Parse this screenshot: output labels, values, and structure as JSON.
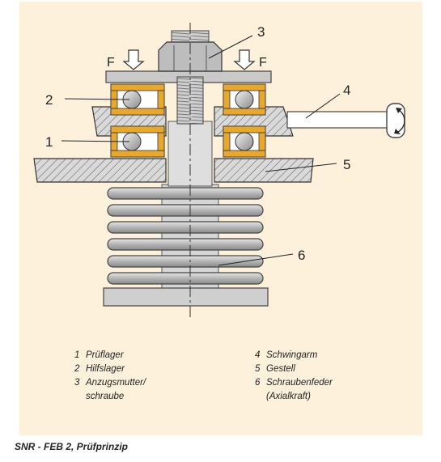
{
  "figure": {
    "force_label": "F",
    "callouts": [
      "1",
      "2",
      "3",
      "4",
      "5",
      "6"
    ]
  },
  "legend": [
    {
      "num": "1",
      "text": "Prüflager",
      "text2": ""
    },
    {
      "num": "2",
      "text": "Hilfslager",
      "text2": ""
    },
    {
      "num": "3",
      "text": "Anzugsmutter/",
      "text2": "schraube"
    },
    {
      "num": "4",
      "text": "Schwingarm",
      "text2": ""
    },
    {
      "num": "5",
      "text": "Gestell",
      "text2": ""
    },
    {
      "num": "6",
      "text": "Schraubenfeder",
      "text2": "(Axialkraft)"
    }
  ],
  "caption": "SNR - FEB 2, Prüfprinzip",
  "colors": {
    "panel": "#fdf1dc",
    "bearing_ring": "#e8a830",
    "metal": "#c8c8c8",
    "metal_dark": "#8c8c8c",
    "hatch": "#555555"
  }
}
